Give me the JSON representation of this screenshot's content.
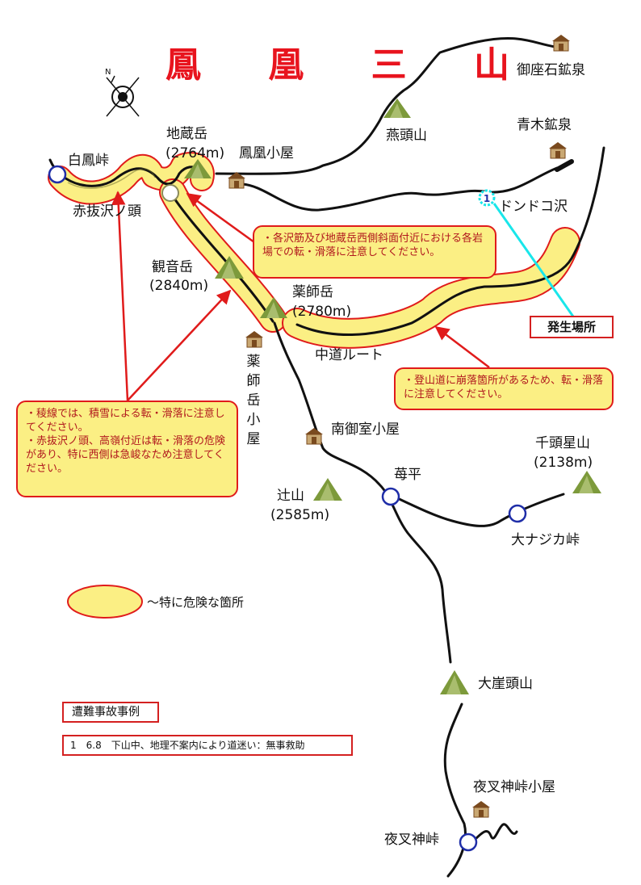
{
  "title": "鳳 凰 三 山",
  "colors": {
    "title": "#e8141e",
    "route": "#111111",
    "danger_fill": "#fbef84",
    "danger_edge": "#e01b1b",
    "accident_marker": "#19e6ea",
    "arrow": "#e01b1b",
    "hut_roof": "#7a4a1e",
    "peak": "#6a8a3e",
    "point_marker": "#1f2ea8"
  },
  "icons": {
    "compass": "compass-icon",
    "peak": "mountain-peak-icon",
    "hut": "hut-icon",
    "pass": "circle-marker-icon"
  },
  "places": {
    "hakuho_toge": "白鳳峠",
    "akanuki_sawa_no_kashira": "赤抜沢ノ頭",
    "jizo_dake": "地蔵岳",
    "jizo_dake_elev": "(2764m)",
    "hoo_koya": "鳳凰小屋",
    "tsubakuro_yama": "燕頭山",
    "gozaishi_kosen": "御座石鉱泉",
    "aoki_kosen": "青木鉱泉",
    "dondoko_sawa": "ドンドコ沢",
    "kannon_dake": "観音岳",
    "kannon_dake_elev": "(2840m)",
    "yakushi_dake": "薬師岳",
    "yakushi_dake_elev": "(2780m)",
    "yakushi_dake_koya": "薬師岳小屋",
    "nakamichi_route": "中道ルート",
    "minami_omuro_koya": "南御室小屋",
    "ichigo_daira": "苺平",
    "tsuji_yama": "辻山",
    "tsuji_yama_elev": "(2585m)",
    "sento_boshi_yama": "千頭星山",
    "sento_boshi_yama_elev": "(2138m)",
    "o_najika_toge": "大ナジカ峠",
    "ogake_atama_yama": "大崖頭山",
    "yasha_jin_toge_koya": "夜叉神峠小屋",
    "yasha_jin_toge": "夜叉神峠"
  },
  "accident_marker_number": "1",
  "occurrence_label": "発生場所",
  "notes": {
    "slopes": "・各沢筋及び地蔵岳西側斜面付近における各岩場での転・滑落に注意してください。",
    "nakamichi": "・登山道に崩落箇所があるため、転・滑落に注意してください。",
    "ridge_1": "・稜線では、積雪による転・滑落に注意してください。",
    "ridge_2": "・赤抜沢ノ頭、高嶺付近は転・滑落の危険があり、特に西側は急峻なため注意してください。"
  },
  "legend_label": "～特に危険な箇所",
  "case_header": "遭難事故事例",
  "case_1": "1　6.8　下山中、地理不案内により道迷い：無事救助"
}
